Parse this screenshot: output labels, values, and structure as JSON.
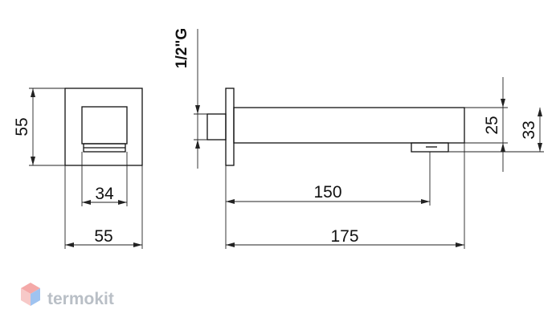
{
  "front_view": {
    "height_label": "55",
    "inner_width_label": "34",
    "outer_width_label": "55"
  },
  "side_view": {
    "thread_label": "1/2\"G",
    "outlet_height_label": "25",
    "total_height_label": "33",
    "outlet_reach_label": "150",
    "total_length_label": "175"
  },
  "watermark": {
    "brand": "termokit",
    "colors": [
      "#f4a9a8",
      "#9fc3f0",
      "#b9bfc6"
    ]
  }
}
